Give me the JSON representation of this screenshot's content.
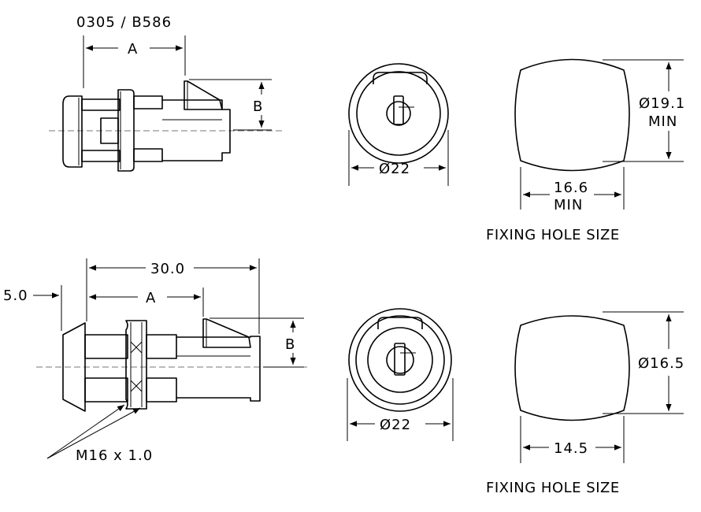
{
  "top": {
    "part_number": "0305 / B586",
    "dim_a": "A",
    "dim_b": "B",
    "face_diameter": "Ø22",
    "hole_height_value": "Ø19.1",
    "hole_height_note": "MIN",
    "hole_width_value": "16.6",
    "hole_width_note": "MIN",
    "caption": "FIXING HOLE SIZE"
  },
  "bottom": {
    "overall_length": "30.0",
    "flange": "5.0",
    "dim_a": "A",
    "dim_b": "B",
    "thread": "M16 x 1.0",
    "face_diameter": "Ø22",
    "hole_height": "Ø16.5",
    "hole_width": "14.5",
    "caption": "FIXING HOLE SIZE"
  }
}
